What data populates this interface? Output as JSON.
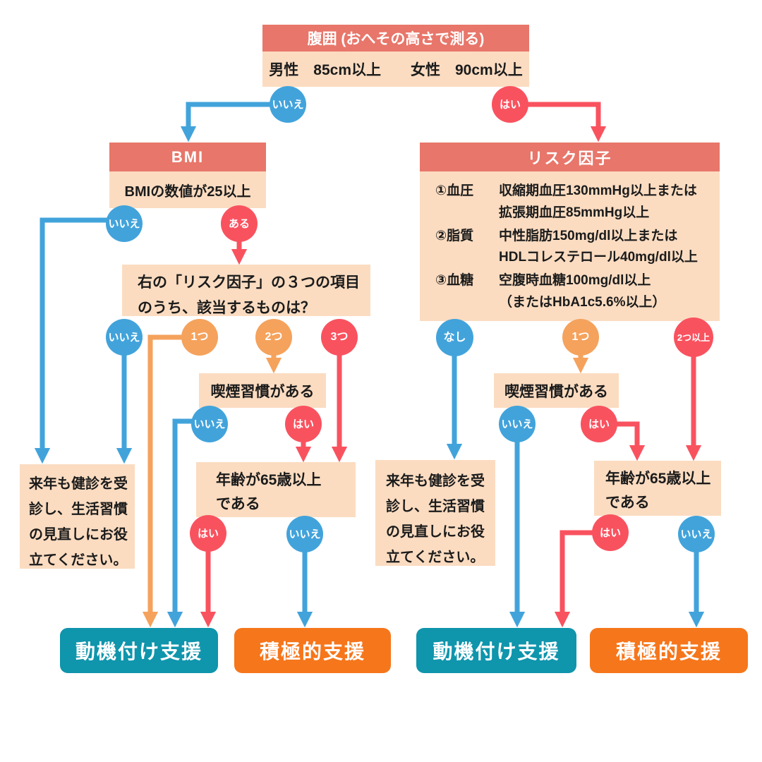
{
  "colors": {
    "salmon": "#E8766A",
    "peach": "#FBDCC1",
    "blue": "#42A3DB",
    "red": "#F9525F",
    "orange": "#F5A25C",
    "teal": "#0F95AC",
    "deeporange": "#F6761B",
    "ink": "#1B1B1B"
  },
  "waist": {
    "title": "腹囲 (おへその高さで測る)",
    "criteria": "男性　85cm以上　　女性　90cm以上"
  },
  "bmi": {
    "title": "BMI",
    "criteria": "BMIの数値が25以上"
  },
  "risk": {
    "title": "リスク因子",
    "items": [
      {
        "label": "①血圧",
        "text": "収縮期血圧130mmHg以上または\n拡張期血圧85mmHg以上"
      },
      {
        "label": "②脂質",
        "text": "中性脂肪150mg/dl以上または\nHDLコレステロール40mg/dl以上"
      },
      {
        "label": "③血糖",
        "text": "空腹時血糖100mg/dl以上\n（またはHbA1c5.6%以上）"
      }
    ]
  },
  "question": {
    "text": "右の「リスク因子」の３つの項目\nのうち、該当するものは？"
  },
  "smoking": {
    "text": "喫煙習慣がある"
  },
  "age": {
    "text": "年齢が65歳以上\nである"
  },
  "advice": {
    "text": "来年も健診を受\n診し、生活習慣\nの見直しにお役\n立てください。"
  },
  "outcomes": {
    "motivational": "動機付け支援",
    "active": "積極的支援"
  },
  "labels": {
    "yes": "はい",
    "no": "いいえ",
    "have": "ある",
    "none": "なし",
    "one": "1つ",
    "two": "2つ",
    "three": "3つ",
    "two_or_more": "2つ以上"
  }
}
